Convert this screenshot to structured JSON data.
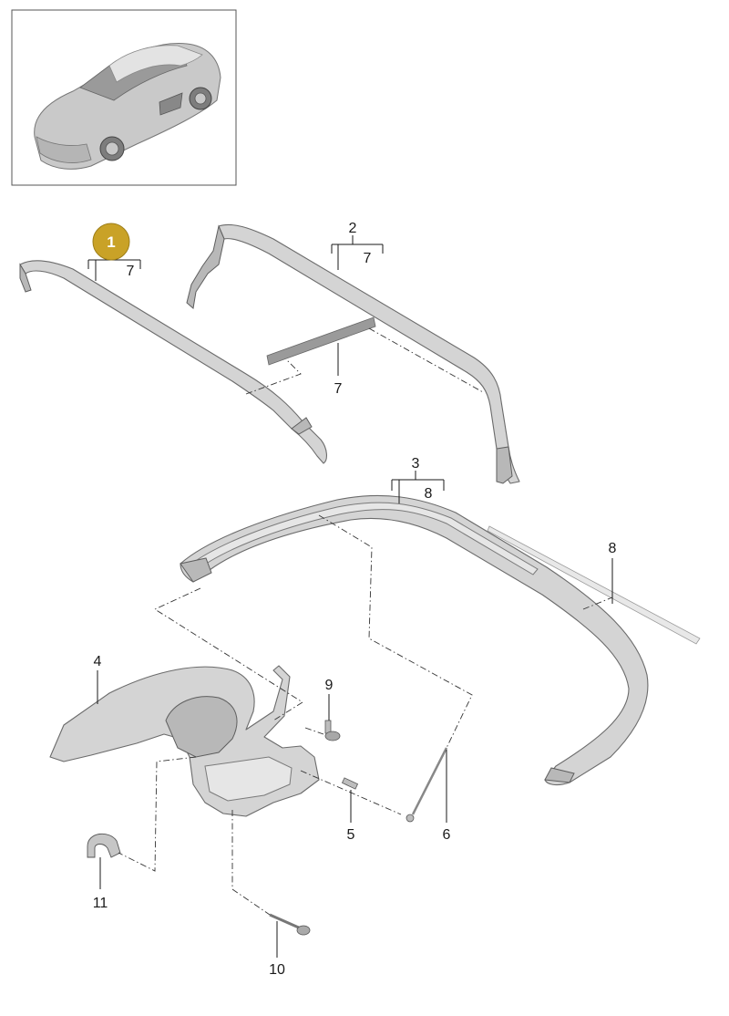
{
  "diagram": {
    "highlight_badge": {
      "text": "1",
      "color": "#c9a227"
    },
    "thumbnail": {
      "icon": "sports-car-icon"
    },
    "callouts": [
      {
        "id": "1",
        "text": "1",
        "sub": "7"
      },
      {
        "id": "2",
        "text": "2",
        "sub": "7"
      },
      {
        "id": "7",
        "text": "7"
      },
      {
        "id": "3",
        "text": "3",
        "sub": "8"
      },
      {
        "id": "8",
        "text": "8"
      },
      {
        "id": "4",
        "text": "4"
      },
      {
        "id": "9",
        "text": "9"
      },
      {
        "id": "5",
        "text": "5"
      },
      {
        "id": "6",
        "text": "6"
      },
      {
        "id": "11",
        "text": "11"
      },
      {
        "id": "10",
        "text": "10"
      }
    ]
  }
}
